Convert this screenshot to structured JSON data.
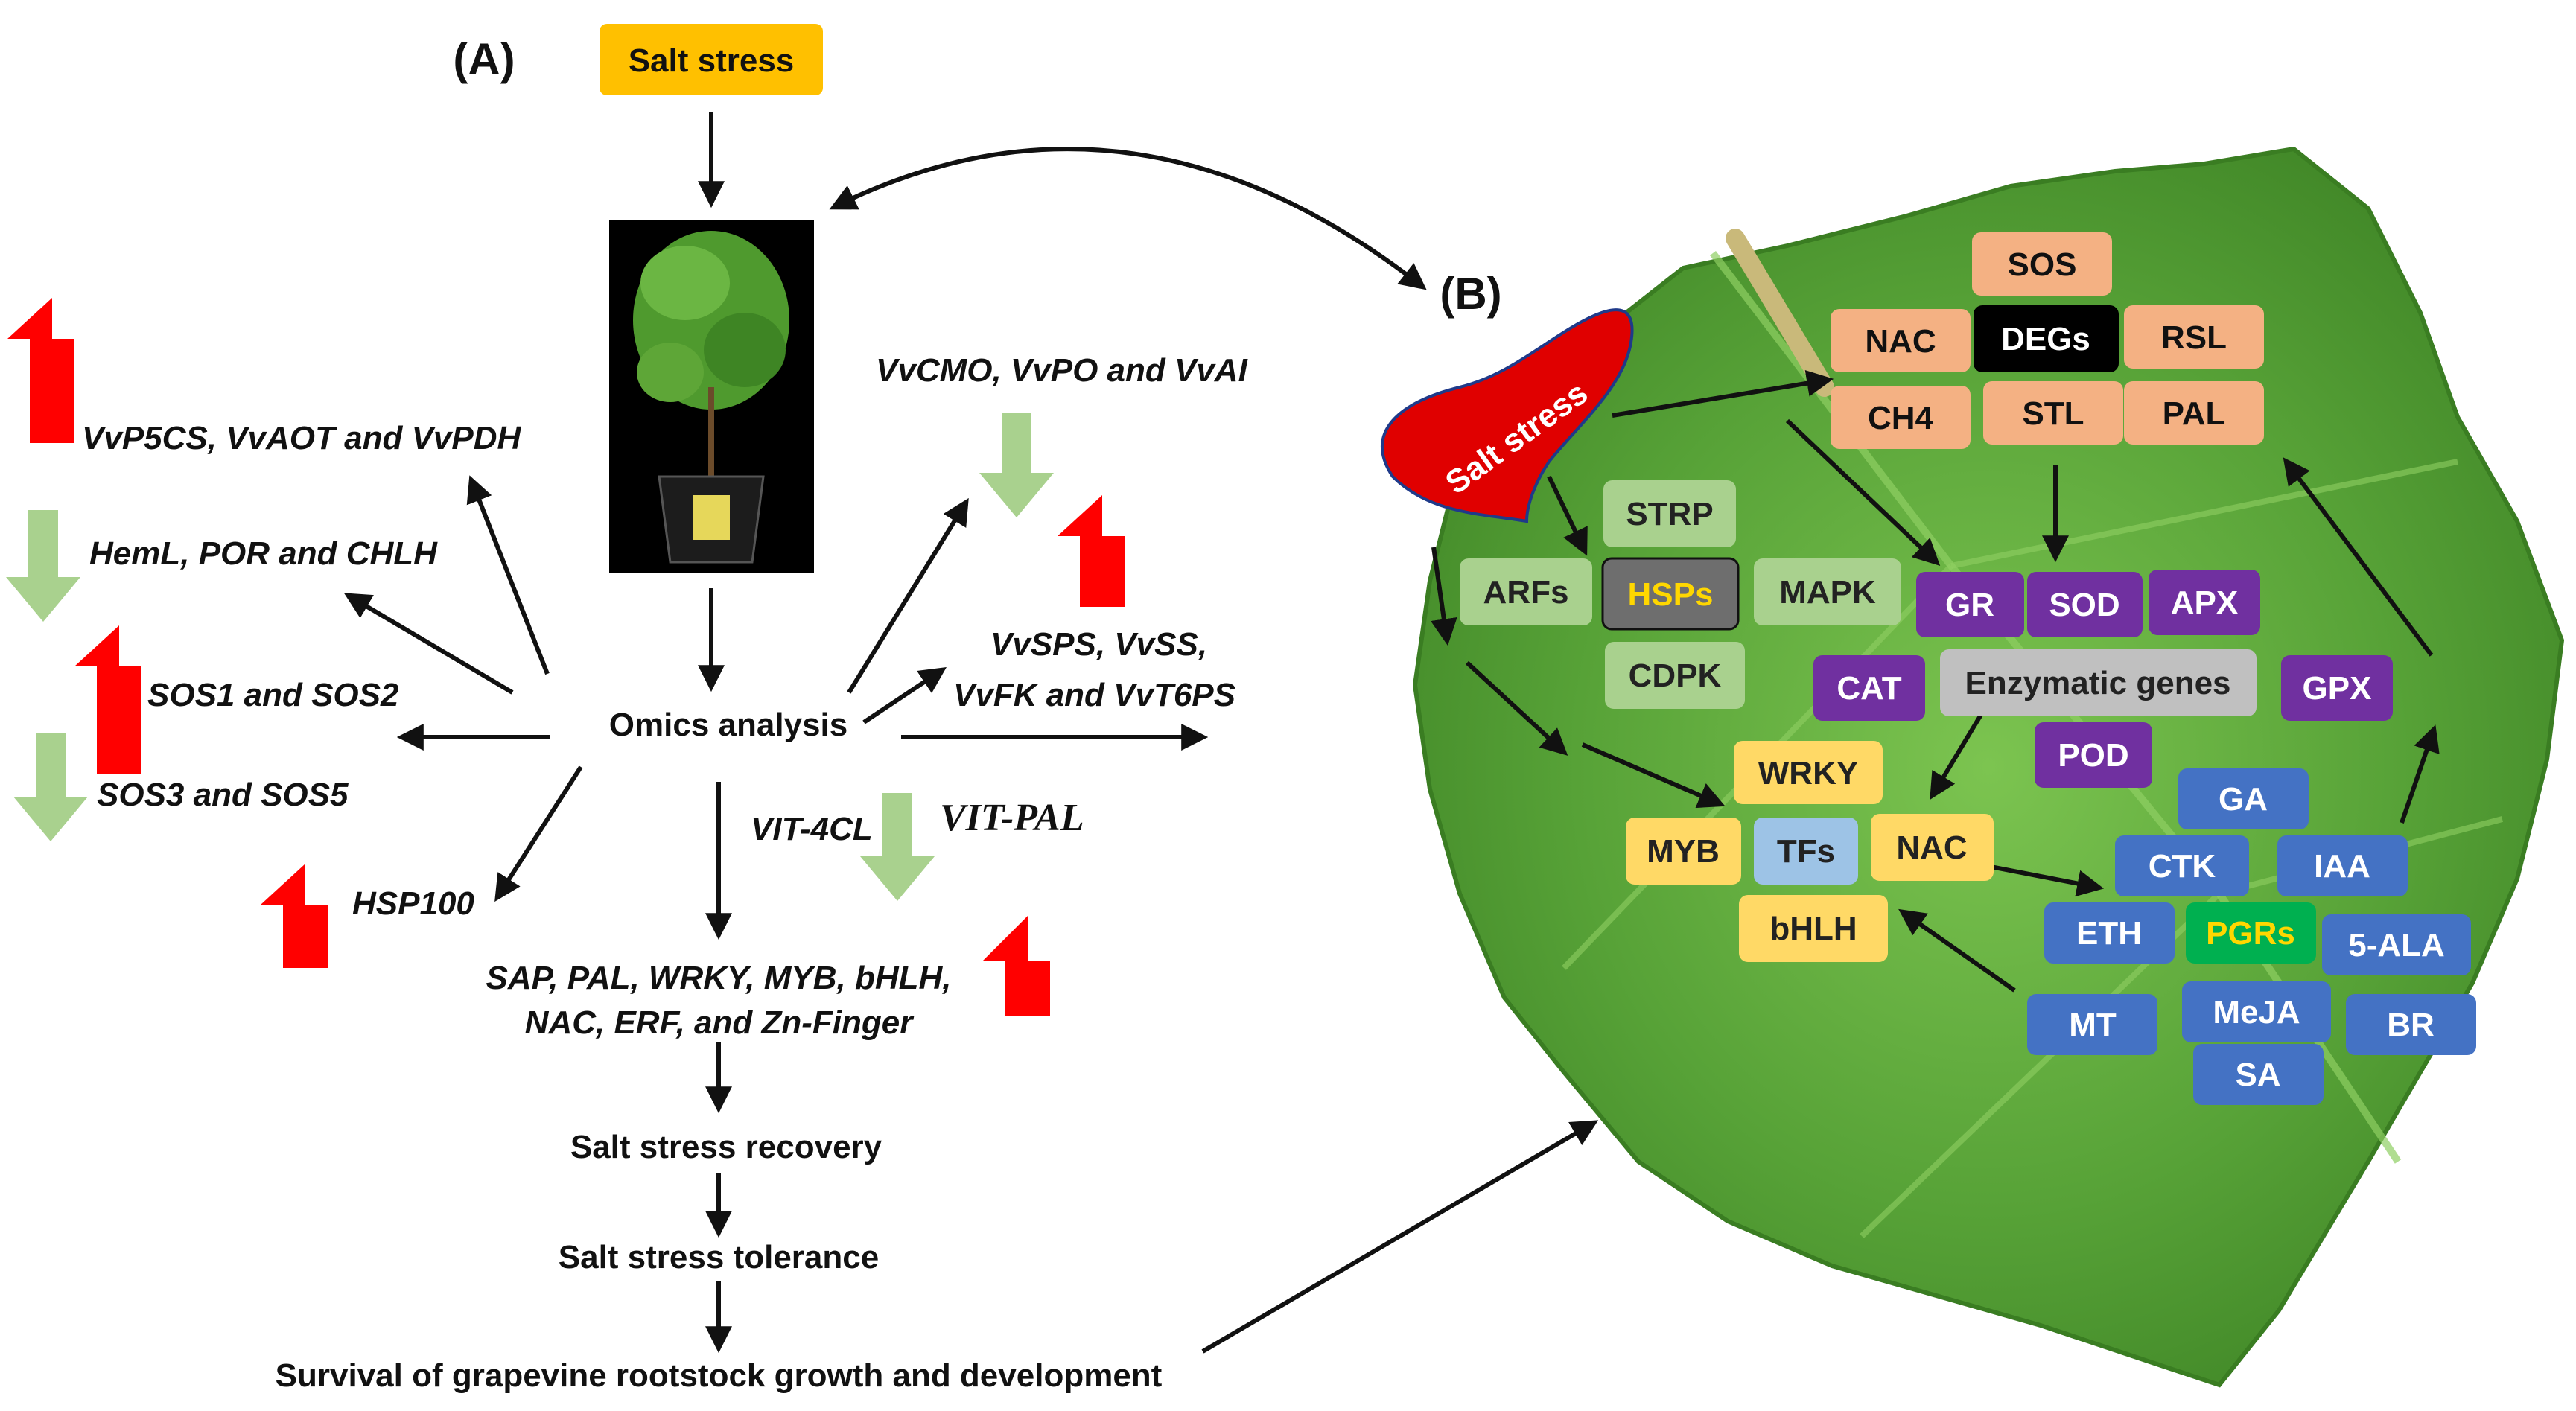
{
  "panel_a": {
    "label": "(A)",
    "salt_stress": "Salt stress",
    "omics": "Omics analysis",
    "genes_left": [
      {
        "text": "VvP5CS, VvAOT and VvPDH",
        "direction": "up"
      },
      {
        "text": "HemL, POR and CHLH",
        "direction": "down"
      },
      {
        "text": "SOS1 and SOS2",
        "direction": "up"
      },
      {
        "text": "SOS3 and SOS5",
        "direction": "down"
      },
      {
        "text": "HSP100",
        "direction": "up"
      }
    ],
    "genes_right": [
      {
        "text": "VvCMO, VvPO and VvAI",
        "direction": "down"
      },
      {
        "text": "VvSPS, VvSS,",
        "direction": "up"
      },
      {
        "text": "VvFK and VvT6PS",
        "direction": ""
      }
    ],
    "vit_4cl": "VIT-4CL",
    "vit_pal": "VIT-PAL",
    "tf_line1": "SAP, PAL, WRKY, MYB, bHLH,",
    "tf_line2": "NAC, ERF, and Zn-Finger",
    "recovery": "Salt stress recovery",
    "tolerance": "Salt stress tolerance",
    "survival": "Survival of grapevine rootstock growth and development"
  },
  "panel_b": {
    "label": "(B)",
    "salt_stress": "Salt stress",
    "degs": [
      "SOS",
      "NAC",
      "DEGs",
      "RSL",
      "CH4",
      "STL",
      "PAL"
    ],
    "signaling": [
      "STRP",
      "ARFs",
      "HSPs",
      "MAPK",
      "CDPK"
    ],
    "enzymes": [
      "GR",
      "SOD",
      "APX",
      "CAT",
      "Enzymatic genes",
      "GPX",
      "POD"
    ],
    "tfs": [
      "WRKY",
      "MYB",
      "TFs",
      "NAC",
      "bHLH"
    ],
    "pgrs": [
      "GA",
      "CTK",
      "IAA",
      "ETH",
      "PGRs",
      "5-ALA",
      "MT",
      "MeJA",
      "BR",
      "SA"
    ]
  },
  "colors": {
    "salt_box": "#ffc000",
    "up_arrow": "#ff0000",
    "down_arrow": "#a9d18e",
    "leaf": "#5aa83a",
    "deg_box": "#f4b183",
    "sig_box": "#a9d18e",
    "enzyme_box": "#7030a0",
    "tf_box": "#ffd966",
    "pgr_box": "#4472c4"
  }
}
